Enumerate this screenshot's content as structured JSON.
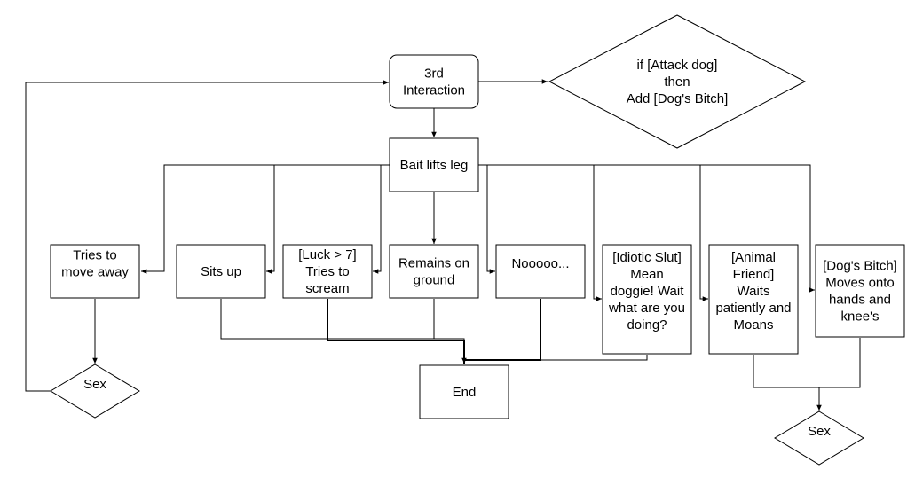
{
  "nodes": {
    "third_interaction": [
      "3rd",
      "Interaction"
    ],
    "attack_dog_rule": [
      "if [Attack dog]",
      "then",
      "Add [Dog's Bitch]"
    ],
    "bait_lifts_leg": [
      "Bait lifts leg"
    ],
    "tries_to_move_away": [
      "Tries to",
      "move away"
    ],
    "sits_up": [
      "Sits up"
    ],
    "luck_scream": [
      "[Luck > 7]",
      "Tries to",
      "scream"
    ],
    "remains_on_ground": [
      "Remains on",
      "ground"
    ],
    "nooooo": [
      "Nooooo..."
    ],
    "idiotic_slut": [
      "[Idiotic Slut]",
      "Mean",
      "doggie! Wait",
      "what are you",
      "doing?"
    ],
    "animal_friend": [
      "[Animal",
      "Friend]",
      "Waits",
      "patiently and",
      "Moans"
    ],
    "dogs_bitch": [
      "[Dog's Bitch]",
      "Moves onto",
      "hands and",
      "knee's"
    ],
    "end": [
      "End"
    ],
    "sex_left": [
      "Sex"
    ],
    "sex_right": [
      "Sex"
    ]
  },
  "colors": {
    "stroke": "#000000",
    "fill": "#ffffff",
    "text": "#000000"
  }
}
